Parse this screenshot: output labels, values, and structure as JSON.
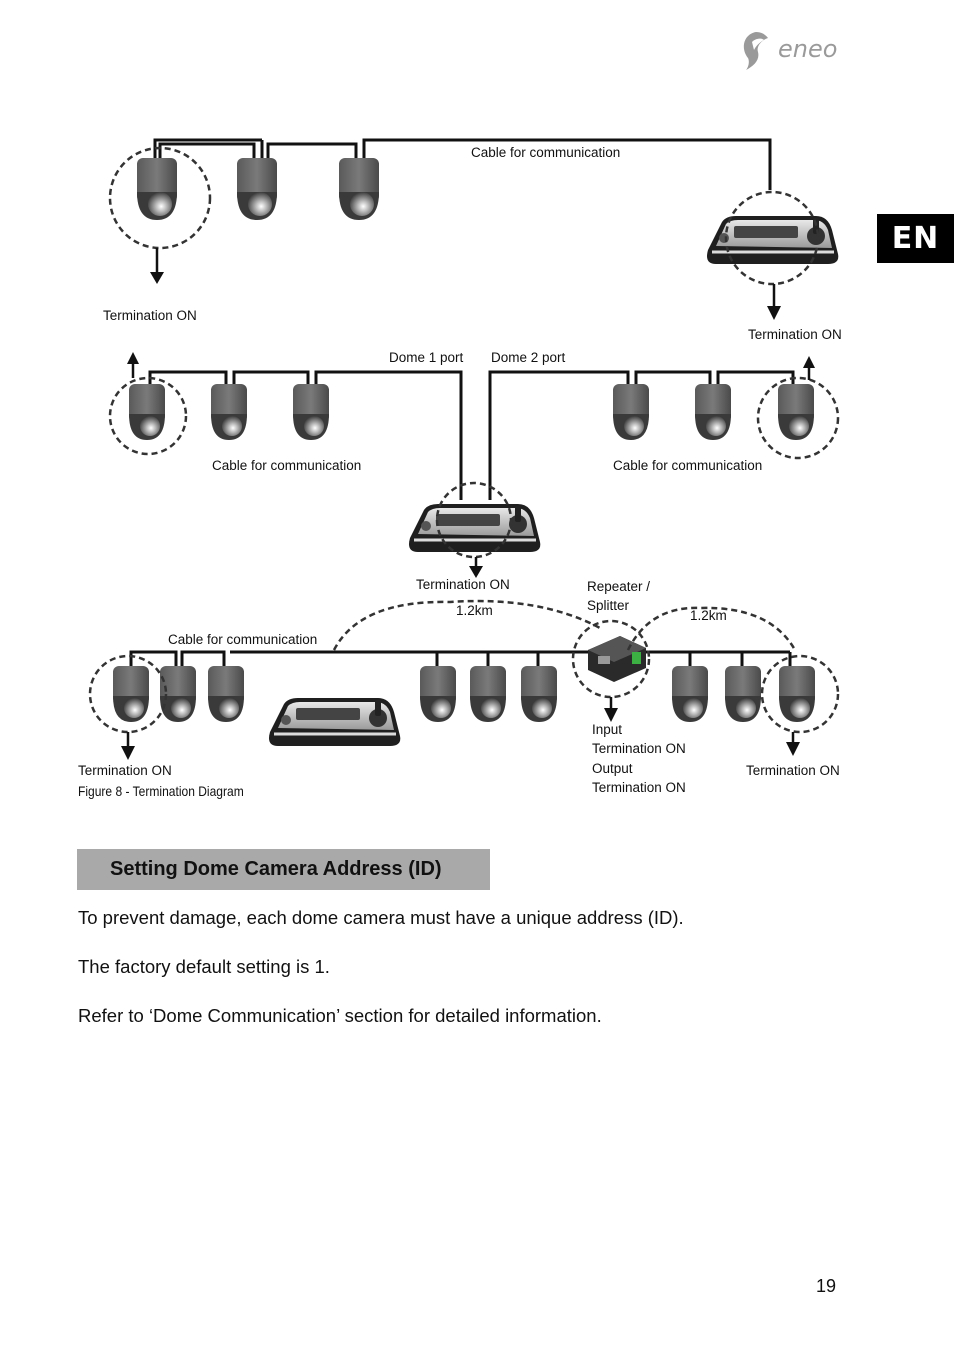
{
  "brand": {
    "logo_text": "eneo"
  },
  "language_tab": "EN",
  "diagram": {
    "top": {
      "cable_label": "Cable for communication",
      "termination_left": "Termination ON",
      "termination_right": "Termination ON"
    },
    "middle": {
      "dome1_port": "Dome 1 port",
      "dome2_port": "Dome 2 port",
      "cable_left": "Cable for communication",
      "cable_right": "Cable for communication",
      "termination_center": "Termination ON"
    },
    "bottom": {
      "repeater_line1": "Repeater /",
      "repeater_line2": "Splitter",
      "distance_left": "1.2km",
      "distance_right": "1.2km",
      "cable_label": "Cable for communication",
      "input_label": "Input",
      "input_termination": "Termination ON",
      "output_label": "Output",
      "output_termination": "Termination ON",
      "termination_left": "Termination ON",
      "termination_right": "Termination ON"
    },
    "caption": "Figure 8 - Termination Diagram"
  },
  "section": {
    "heading": "Setting Dome Camera Address (ID)",
    "paragraphs": [
      "To prevent damage, each dome camera must have a unique address (ID).",
      "The factory default setting is 1.",
      "Refer to ‘Dome Communication’ section for detailed information."
    ]
  },
  "page_number": "19"
}
